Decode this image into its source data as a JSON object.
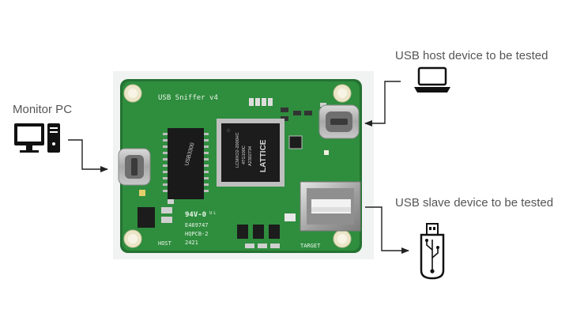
{
  "labels": {
    "monitor_pc": "Monitor PC",
    "usb_host": "USB host device to be tested",
    "usb_slave": "USB slave device to be tested"
  },
  "board": {
    "title": "USB Sniffer v4",
    "host_label": "HOST",
    "target_label": "TARGET",
    "rating": "94V-0",
    "cert_number": "E469747",
    "lot_code": "HQPCB-2",
    "date_code": "2421",
    "fpga_brand": "LATTICE",
    "fpga_part_line1": "LCMXO2-2000HC",
    "fpga_part_line2": "4TG100C",
    "fpga_part_line3": "A2302734",
    "phy_text": "USB3300"
  },
  "colors": {
    "pcb_green": "#2f8d3e",
    "pcb_edge": "#247232",
    "arrow": "#222222",
    "icon": "#111111"
  }
}
